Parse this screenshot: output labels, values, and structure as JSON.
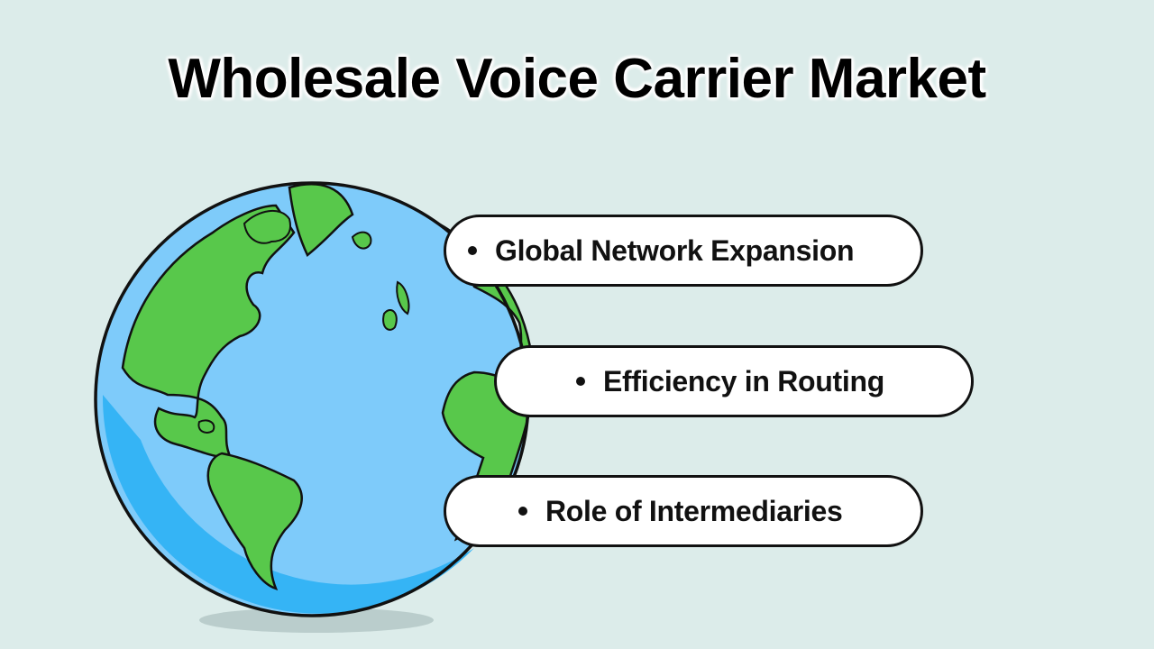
{
  "title": "Wholesale Voice Carrier Market",
  "illustration": {
    "name": "globe-icon",
    "ocean_color": "#7ecbfa",
    "ocean_shade": "#35b4f5",
    "land_color": "#58c84b",
    "outline": "#111111"
  },
  "items": [
    {
      "label": "Global Network Expansion"
    },
    {
      "label": "Efficiency in Routing"
    },
    {
      "label": "Role of Intermediaries"
    }
  ],
  "colors": {
    "background": "#dcecea",
    "pill_bg": "#ffffff",
    "text": "#111111"
  }
}
